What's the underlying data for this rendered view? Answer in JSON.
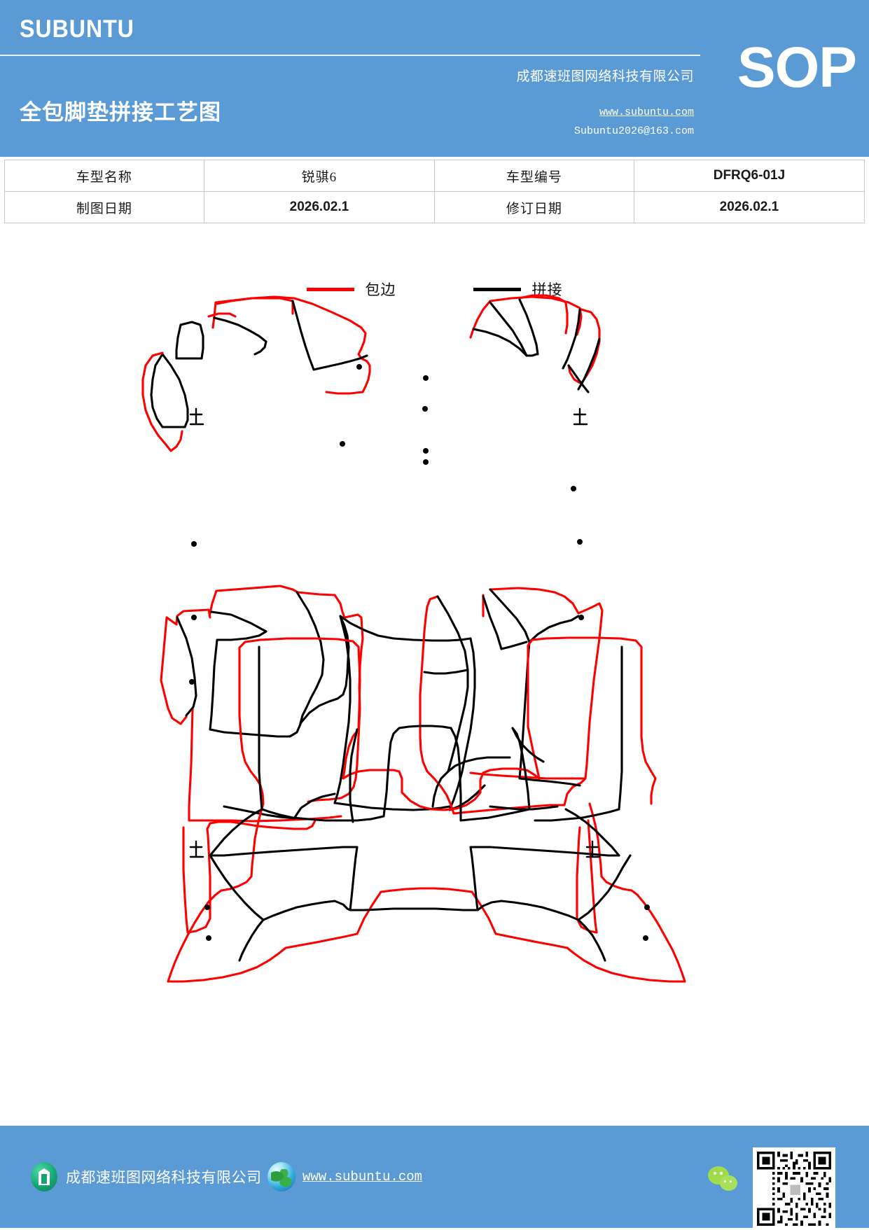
{
  "header": {
    "brand": "SUBUNTU",
    "doc_title": "全包脚垫拼接工艺图",
    "company_cn": "成都速班图网络科技有限公司",
    "website": "www.subuntu.com",
    "email": "Subuntu2026@163.com",
    "badge": "SOP",
    "bg_color": "#5b9bd5"
  },
  "info_table": {
    "rows": [
      {
        "label1": "车型名称",
        "value1": "锐骐6",
        "label2": "车型编号",
        "value2": "DFRQ6-01J"
      },
      {
        "label1": "制图日期",
        "value1": "2026.02.1",
        "label2": "修订日期",
        "value2": "2026.02.1"
      }
    ]
  },
  "legend": {
    "items": [
      {
        "label": "包边",
        "color": "#ff0000",
        "meaning": "edge-binding"
      },
      {
        "label": "拼接",
        "color": "#000000",
        "meaning": "seam-splice"
      }
    ]
  },
  "drawing": {
    "title": "全包脚垫拼接工艺图",
    "type": "technical-pattern-drawing",
    "pieces": [
      {
        "name": "front-left-mat",
        "position": "upper-left"
      },
      {
        "name": "front-right-mat",
        "position": "upper-right"
      },
      {
        "name": "rear-mat",
        "position": "lower-center"
      }
    ],
    "line_styles": {
      "binding": "#ff0000",
      "splice": "#000000"
    }
  },
  "footer": {
    "company_cn": "成都速班图网络科技有限公司",
    "website": "www.subuntu.com",
    "bg_color": "#5b9bd5",
    "icons": [
      "building-icon",
      "globe-icon",
      "wechat-icon",
      "qr-code"
    ]
  }
}
